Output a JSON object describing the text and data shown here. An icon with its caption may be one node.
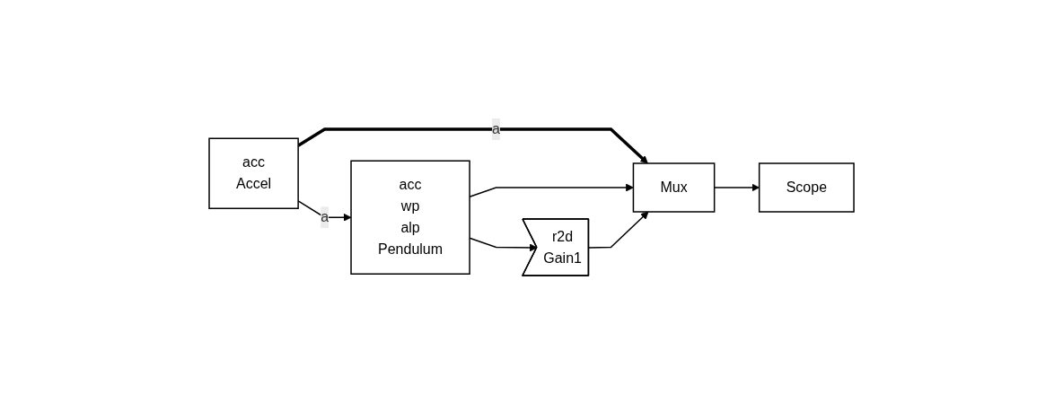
{
  "diagram": {
    "nodes": [
      {
        "text": [
          "acc",
          "Accel"
        ]
      },
      {
        "text": [
          "acc",
          "wp",
          "alp",
          "Pendulum"
        ]
      },
      {
        "text": [
          "r2d",
          "Gain1"
        ]
      },
      {
        "text": [
          "Mux"
        ]
      },
      {
        "text": [
          "Scope"
        ]
      }
    ],
    "edges": [
      {
        "from": 0,
        "to": 1,
        "arrow": "to",
        "label": "a"
      },
      {
        "from": 0,
        "to": 3,
        "arrow": "to",
        "label": "a",
        "style": "thick"
      },
      {
        "from": 1,
        "to": 3,
        "arrow": "to"
      },
      {
        "from": 1,
        "to": 2,
        "arrow": "to"
      },
      {
        "from": 2,
        "to": 3,
        "arrow": "to"
      },
      {
        "from": 3,
        "to": 4,
        "arrow": "to"
      }
    ]
  }
}
